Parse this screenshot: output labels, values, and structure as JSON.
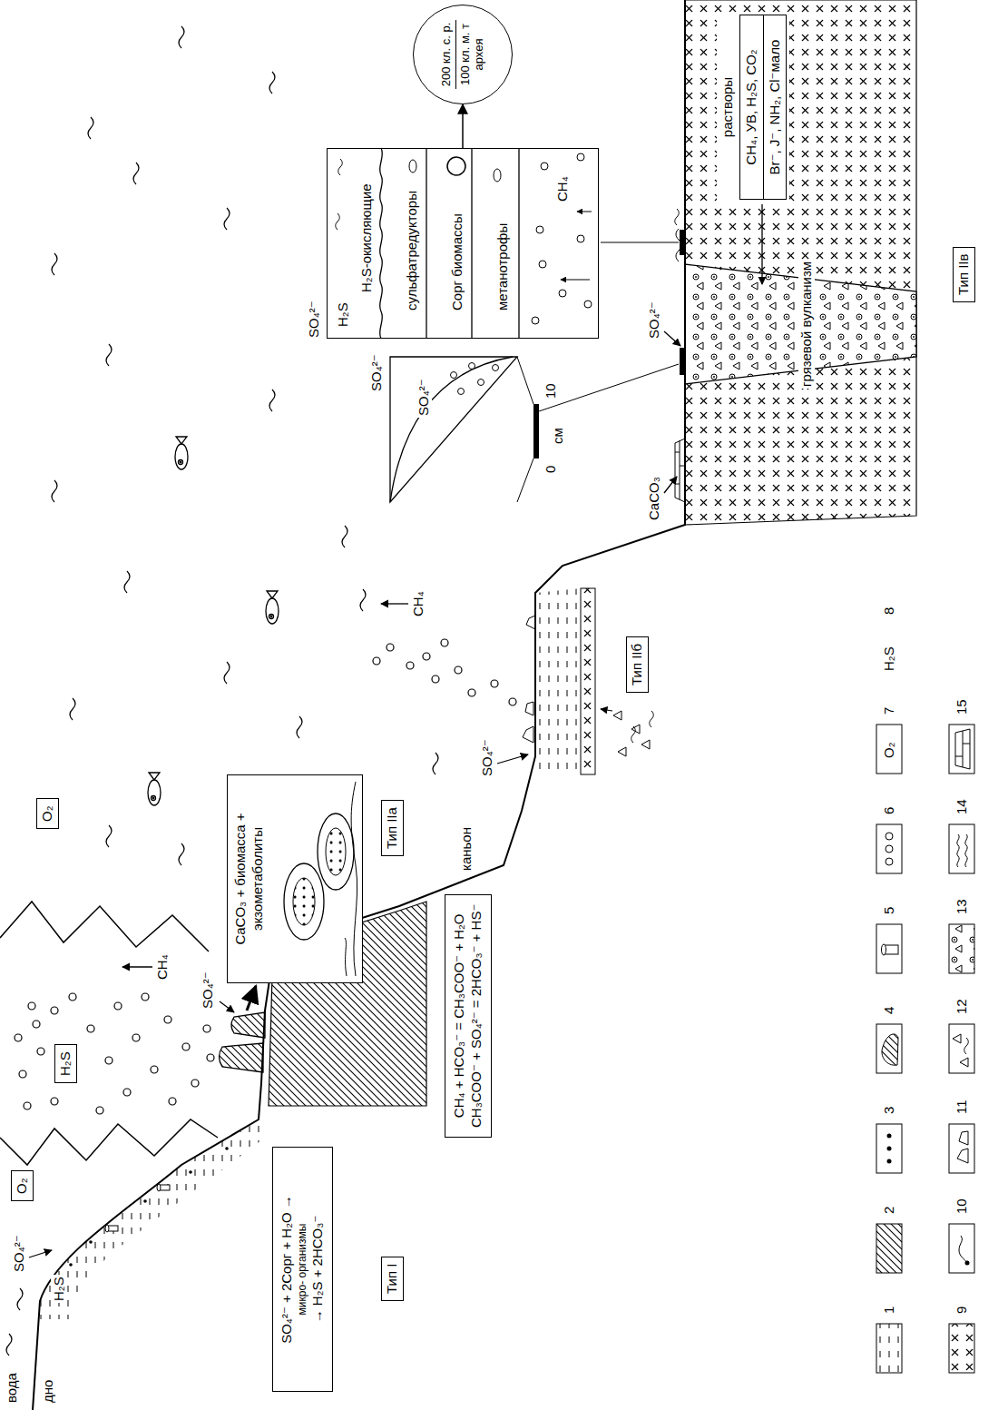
{
  "diagram": {
    "nodes": [
      {
        "text": [
          "SO₄²⁻ + 2Cорг + H₂O →",
          "микро- организмы",
          "→ H₂S + 2HCO₃⁻"
        ]
      },
      {
        "text": [
          "CH₄ + HCO₃⁻ = CH₃COO⁻ + H₂O",
          "CH₃COO⁻ + SO₄²⁻ = 2HCO₃⁻ + HS⁻"
        ]
      },
      {
        "text": [
          "CaCO₃ + биомасса + экзометаболиты"
        ]
      },
      {
        "text": [
          "Тип I"
        ]
      },
      {
        "text": [
          "Тип IIа"
        ]
      },
      {
        "text": [
          "Тип IIб"
        ]
      },
      {
        "text": [
          "Тип IIв"
        ]
      },
      {
        "text": [
          "O₂"
        ]
      },
      {
        "text": [
          "O₂"
        ]
      },
      {
        "text": [
          "H₂S"
        ]
      },
      {
        "text": [
          "растворы",
          "CH₄, УВ, H₂S, CO₂",
          "Br⁻, J⁻, NH₂, Cl⁻мало"
        ]
      },
      {
        "text": [
          "SO₄²⁻",
          "H₂S",
          "H₂S-окисляющие",
          "сульфатредукторы",
          "Cорг биомассы",
          "метанотрофы",
          "CH₄"
        ]
      },
      {
        "text": [
          "200 кл. с. р.",
          "100 кл. м. т архея"
        ]
      }
    ],
    "edges": [
      {
        "from": 11,
        "to": 12,
        "arrow": "to"
      }
    ],
    "labels": [
      "вода",
      "дно",
      "SO₄²⁻",
      "H₂S",
      "CH₄",
      "SO₄²⁻",
      "каньон",
      "CH₄",
      "SO₄²⁻",
      "SO₄²⁻",
      "SO₄²⁻",
      "0",
      "10",
      "см",
      "CaCO₃",
      "SO₄²⁻",
      "грязевой вулканизм",
      "O₂",
      "H₂S"
    ],
    "legend": [
      {
        "text": "1"
      },
      {
        "text": "2"
      },
      {
        "text": "3"
      },
      {
        "text": "4"
      },
      {
        "text": "5"
      },
      {
        "text": "6"
      },
      {
        "text": "7"
      },
      {
        "text": "8"
      },
      {
        "text": "9"
      },
      {
        "text": "10"
      },
      {
        "text": "11"
      },
      {
        "text": "12"
      },
      {
        "text": "13"
      },
      {
        "text": "14"
      },
      {
        "text": "15"
      }
    ]
  }
}
